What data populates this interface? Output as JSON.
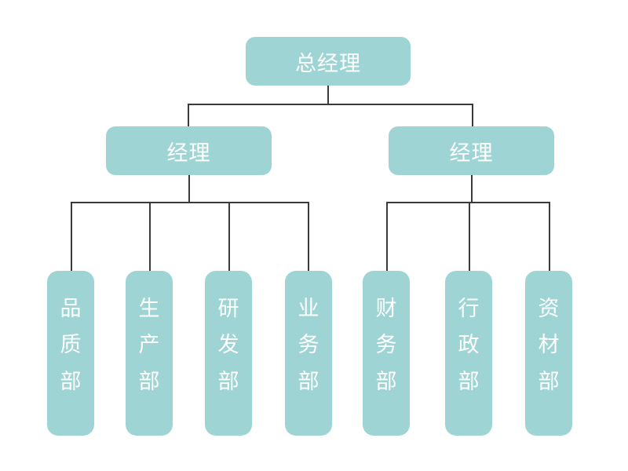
{
  "chart_data": {
    "type": "diagram",
    "diagram_type": "organizational-chart",
    "title": "",
    "orientation": "top-down",
    "node_color": "#9ed5d4",
    "node_text_color": "#ffffff",
    "connector_color": "#3a3a3a",
    "background_color": "#ffffff",
    "levels": 3,
    "nodes": [
      {
        "id": "n0",
        "label": "总经理",
        "level": 0,
        "parent": null
      },
      {
        "id": "n1",
        "label": "经理",
        "level": 1,
        "parent": "n0"
      },
      {
        "id": "n2",
        "label": "经理",
        "level": 1,
        "parent": "n0"
      },
      {
        "id": "d1",
        "label": "品质部",
        "level": 2,
        "parent": "n1"
      },
      {
        "id": "d2",
        "label": "生产部",
        "level": 2,
        "parent": "n1"
      },
      {
        "id": "d3",
        "label": "研发部",
        "level": 2,
        "parent": "n1"
      },
      {
        "id": "d4",
        "label": "业务部",
        "level": 2,
        "parent": "n1"
      },
      {
        "id": "d5",
        "label": "财务部",
        "level": 2,
        "parent": "n2"
      },
      {
        "id": "d6",
        "label": "行政部",
        "level": 2,
        "parent": "n2"
      },
      {
        "id": "d7",
        "label": "资材部",
        "level": 2,
        "parent": "n2"
      }
    ],
    "edges": [
      {
        "from": "n0",
        "to": "n1"
      },
      {
        "from": "n0",
        "to": "n2"
      },
      {
        "from": "n1",
        "to": "d1"
      },
      {
        "from": "n1",
        "to": "d2"
      },
      {
        "from": "n1",
        "to": "d3"
      },
      {
        "from": "n1",
        "to": "d4"
      },
      {
        "from": "n2",
        "to": "d5"
      },
      {
        "from": "n2",
        "to": "d6"
      },
      {
        "from": "n2",
        "to": "d7"
      }
    ]
  },
  "chart": {
    "root": {
      "label": "总经理"
    },
    "managers": [
      {
        "label": "经理"
      },
      {
        "label": "经理"
      }
    ],
    "departments_left": [
      {
        "label": "品质部"
      },
      {
        "label": "生产部"
      },
      {
        "label": "研发部"
      },
      {
        "label": "业务部"
      }
    ],
    "departments_right": [
      {
        "label": "财务部"
      },
      {
        "label": "行政部"
      },
      {
        "label": "资材部"
      }
    ]
  }
}
